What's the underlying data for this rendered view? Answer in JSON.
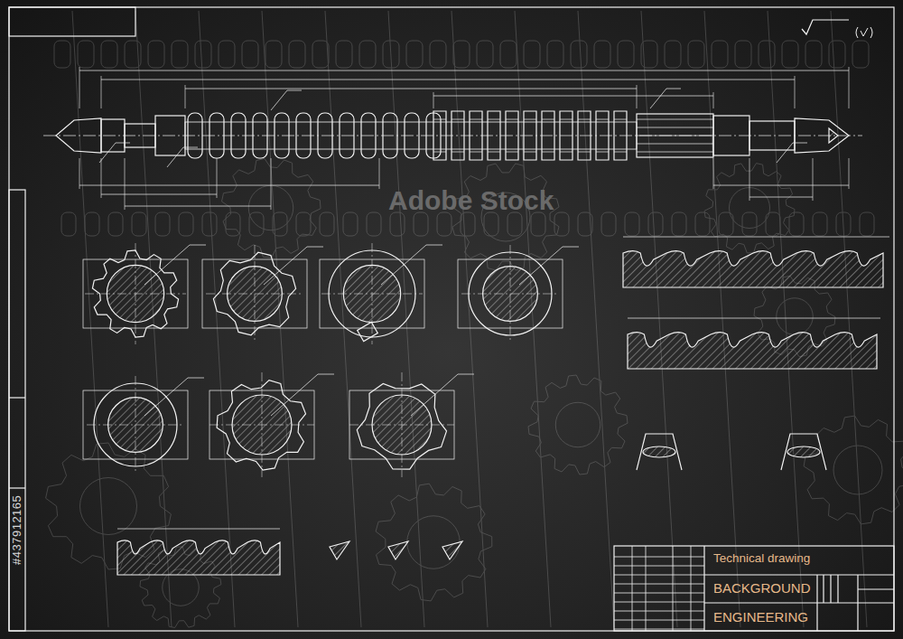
{
  "diagram": {
    "labels": [
      "Technical drawing",
      "BACKGROUND",
      "ENGINEERING",
      "#437912165",
      "Adobe Stock"
    ]
  }
}
